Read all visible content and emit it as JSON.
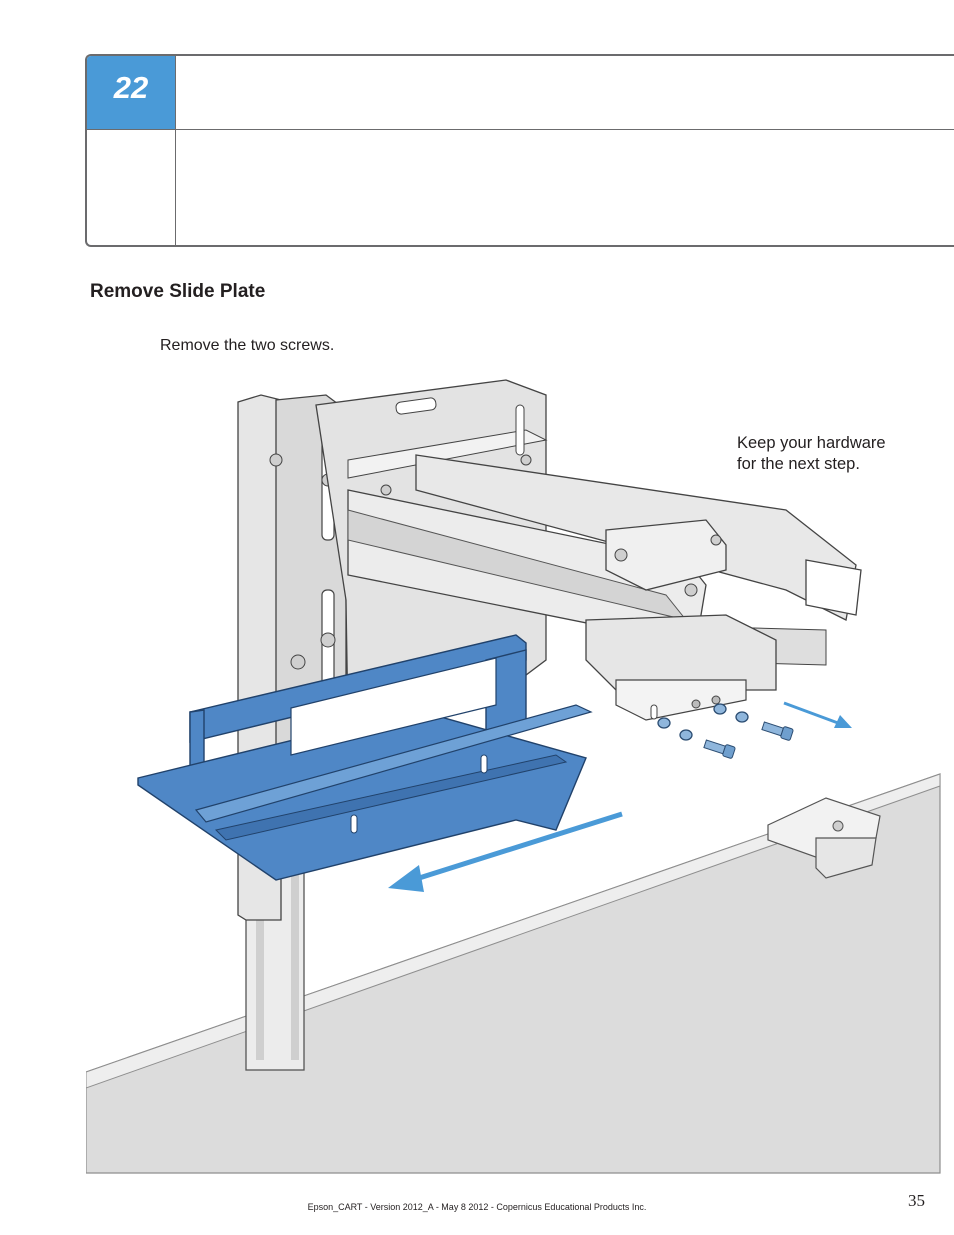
{
  "step": {
    "number": "22"
  },
  "section": {
    "title": "Remove Slide Plate"
  },
  "instructions": {
    "main": "Remove the two screws."
  },
  "note": {
    "line1": "Keep your hardware",
    "line2": "for the next step."
  },
  "colors": {
    "accent": "#4a9ad7",
    "slide_plate": "#4f87c6",
    "arrow": "#4a9ad7",
    "floor": "#dcdcdc"
  },
  "footer": {
    "text": "Epson_CART - Version 2012_A - May 8 2012 - Copernicus Educational Products Inc.",
    "page_number": "35"
  }
}
